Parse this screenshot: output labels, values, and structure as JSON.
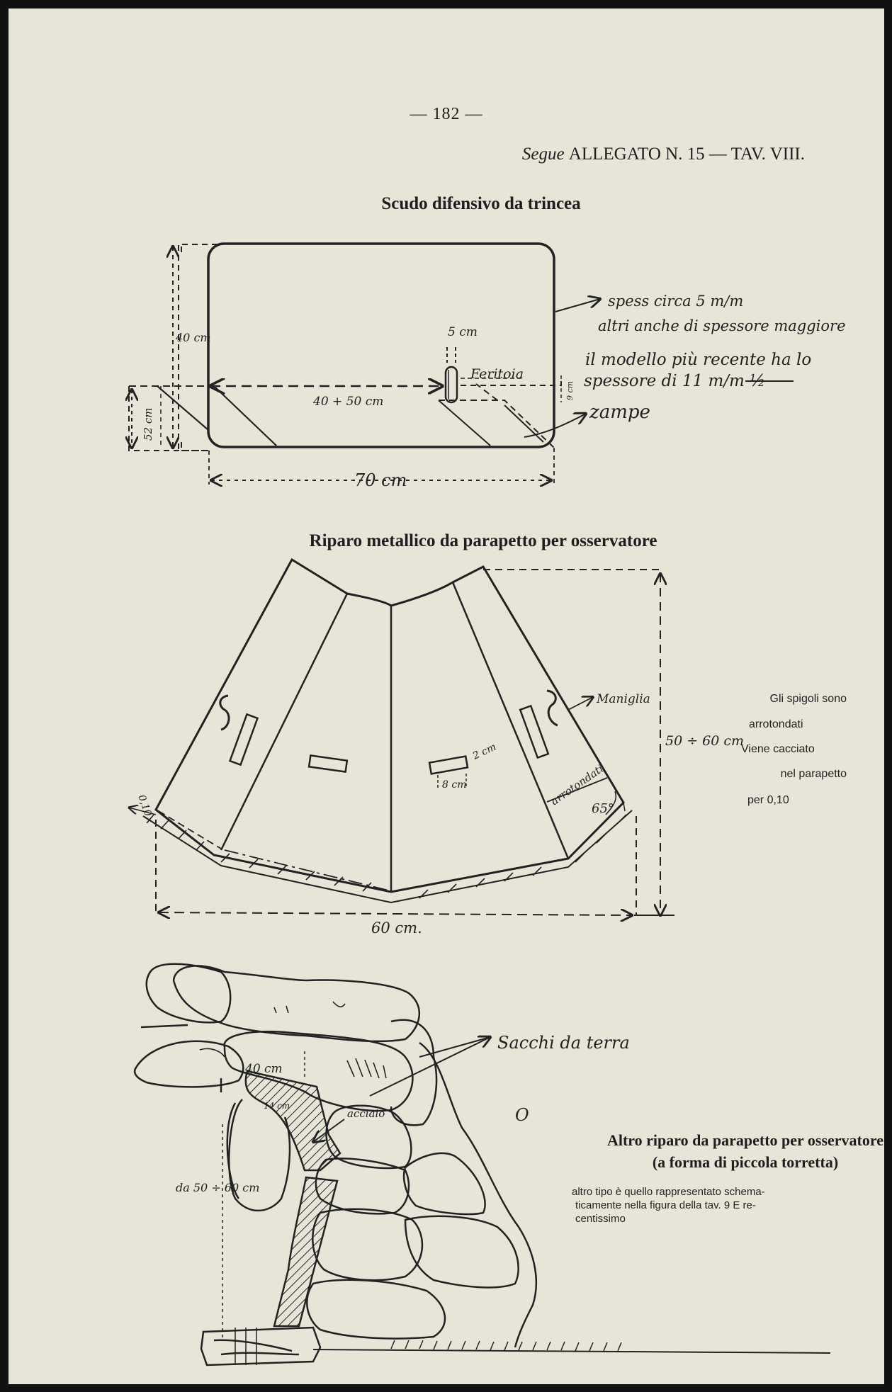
{
  "page": {
    "number": "— 182 —",
    "header_segue": "Segue",
    "header_ref": "ALLEGATO N. 15 — TAV. VIII."
  },
  "figure1": {
    "title": "Scudo difensivo da trincea",
    "labels": {
      "height": "40 cm",
      "width_inner": "40 + 50 cm",
      "width_total": "70 cm",
      "slot": "5 cm",
      "slot_name": "Feritoia",
      "foot": "52 cm",
      "foot_right": "9 cm",
      "note1": "spess circa 5 m/m",
      "note2": "altri anche di spessore maggiore",
      "note3": "il modello più recente ha lo",
      "note4": "spessore di 11 m/m ½",
      "zampe": "zampe"
    }
  },
  "figure2": {
    "title": "Riparo metallico da parapetto per osservatore",
    "labels": {
      "height": "50 ÷ 60 cm",
      "handle": "Maniglia",
      "rounded": "arrotondati",
      "angle": "65°",
      "slot_h": "2 cm",
      "slot_w": "8 cm",
      "depth": "0,10",
      "bottom": "60 cm."
    },
    "side_note": [
      "Gli spigoli sono",
      "arrotondati",
      "Viene cacciato",
      "nel parapetto",
      "per 0,10"
    ]
  },
  "figure3": {
    "title_line1": "Altro riparo da parapetto per osservatore",
    "title_line2": "(a forma di piccola torretta)",
    "desc": [
      "altro tipo è quello rappresentato schema-",
      "ticamente nella figura della tav. 9 E re-",
      "centissimo"
    ],
    "labels": {
      "sacchi": "Sacchi da terra",
      "dim40": "40 cm",
      "acciaio": "acciaio",
      "height": "da 50 ÷ 60 cm",
      "small": "14 cm",
      "o_letter": "O"
    }
  }
}
